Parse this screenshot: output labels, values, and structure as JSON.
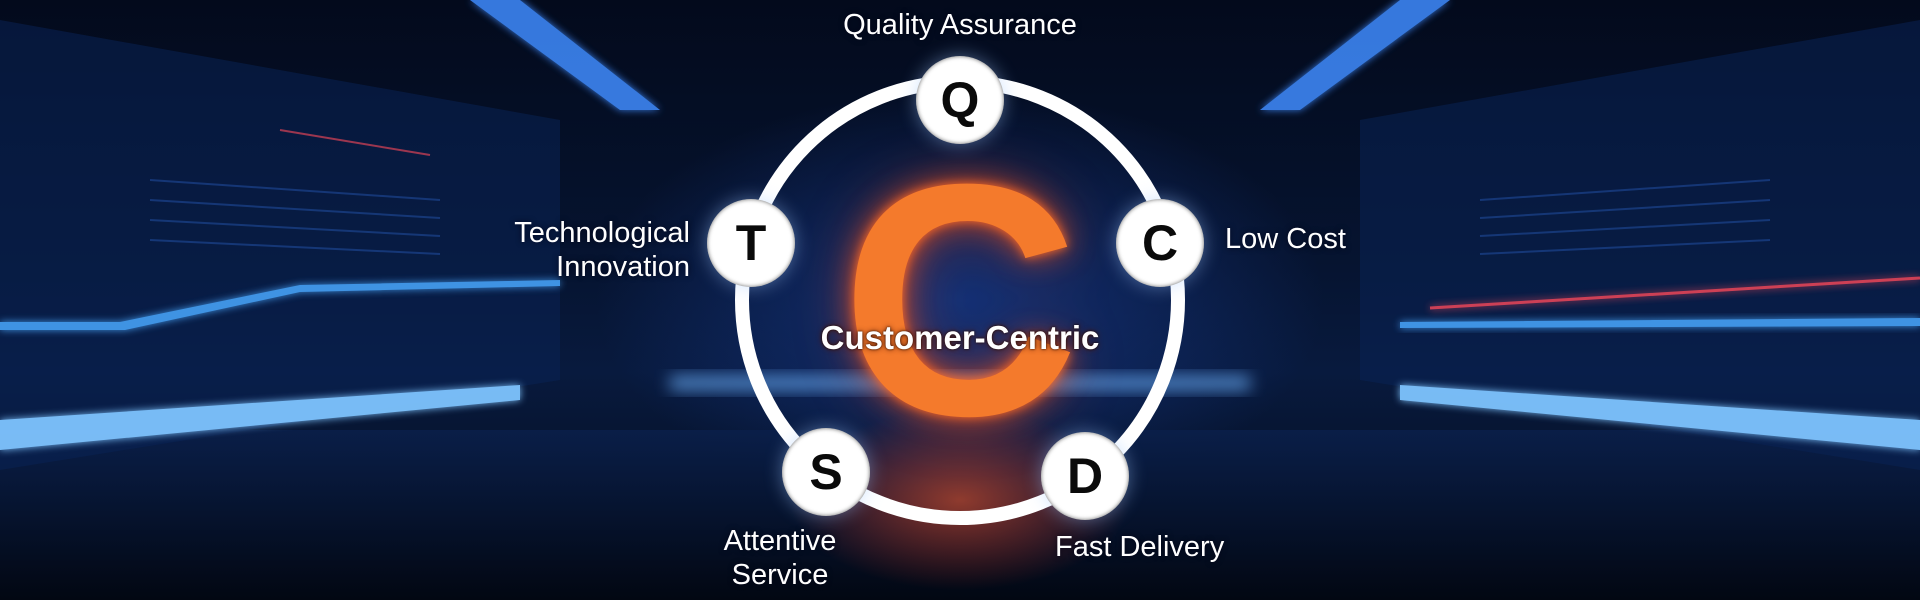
{
  "center": {
    "letter": "C",
    "label": "Customer-Centric"
  },
  "pillars": [
    {
      "letter": "Q",
      "label_lines": [
        "Quality Assurance"
      ]
    },
    {
      "letter": "C",
      "label_lines": [
        "Low Cost"
      ]
    },
    {
      "letter": "D",
      "label_lines": [
        "Fast Delivery"
      ]
    },
    {
      "letter": "S",
      "label_lines": [
        "Attentive",
        "Service"
      ]
    },
    {
      "letter": "T",
      "label_lines": [
        "Technological",
        "Innovation"
      ]
    }
  ],
  "colors": {
    "accent_orange": "#f47a2c",
    "ring_white": "#ffffff",
    "neon_blue": "#4aa8ff",
    "neon_red": "#ff4a5a"
  }
}
